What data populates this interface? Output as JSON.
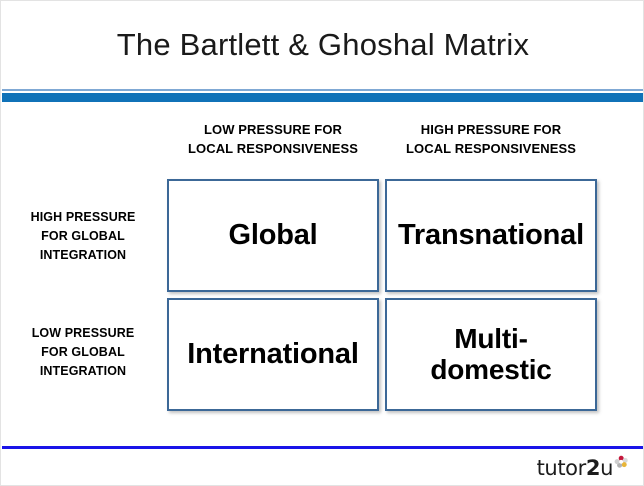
{
  "slide": {
    "title": "The Bartlett & Ghoshal Matrix",
    "accent_color": "#1072b8",
    "accent_light_color": "#7fa8d4",
    "cell_border_color": "#3c6897",
    "footer_rule_color": "#1a14e8"
  },
  "matrix": {
    "column_headers": [
      {
        "line1": "LOW PRESSURE FOR",
        "line2": "LOCAL RESPONSIVENESS"
      },
      {
        "line1": "HIGH PRESSURE FOR",
        "line2": "LOCAL RESPONSIVENESS"
      }
    ],
    "row_headers": [
      {
        "line1": "HIGH PRESSURE",
        "line2": "FOR GLOBAL",
        "line3": "INTEGRATION"
      },
      {
        "line1": "LOW PRESSURE",
        "line2": "FOR GLOBAL",
        "line3": "INTEGRATION"
      }
    ],
    "cells": [
      {
        "label": "Global"
      },
      {
        "label": "Transnational"
      },
      {
        "label": "International"
      },
      {
        "label_line1": "Multi-",
        "label_line2": "domestic"
      }
    ]
  },
  "footer": {
    "logo_text_plain": "tutor",
    "logo_text_bold": "2",
    "logo_text_tail": "u",
    "logo_mark": "flower-icon"
  }
}
